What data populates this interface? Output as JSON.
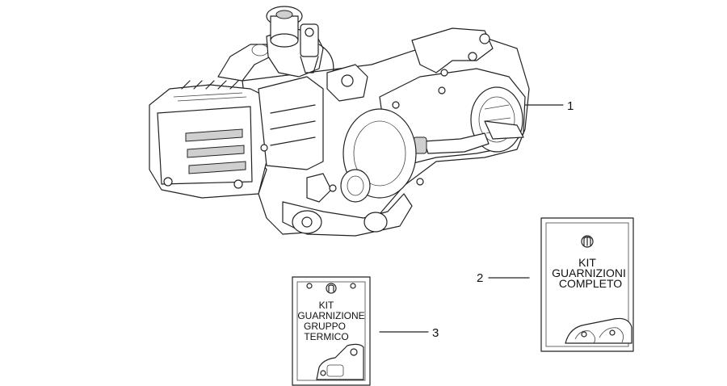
{
  "callouts": [
    {
      "number": "1"
    },
    {
      "number": "2"
    },
    {
      "number": "3"
    }
  ],
  "kit_complete": {
    "lines": [
      "KIT",
      "GUARNIZIONI",
      "COMPLETO"
    ],
    "logo_icon": "piaggio-logo-icon"
  },
  "kit_thermal": {
    "lines": [
      "KIT",
      "GUARNIZIONE",
      "GRUPPO",
      "TERMICO"
    ],
    "logo_icon": "piaggio-logo-icon"
  }
}
